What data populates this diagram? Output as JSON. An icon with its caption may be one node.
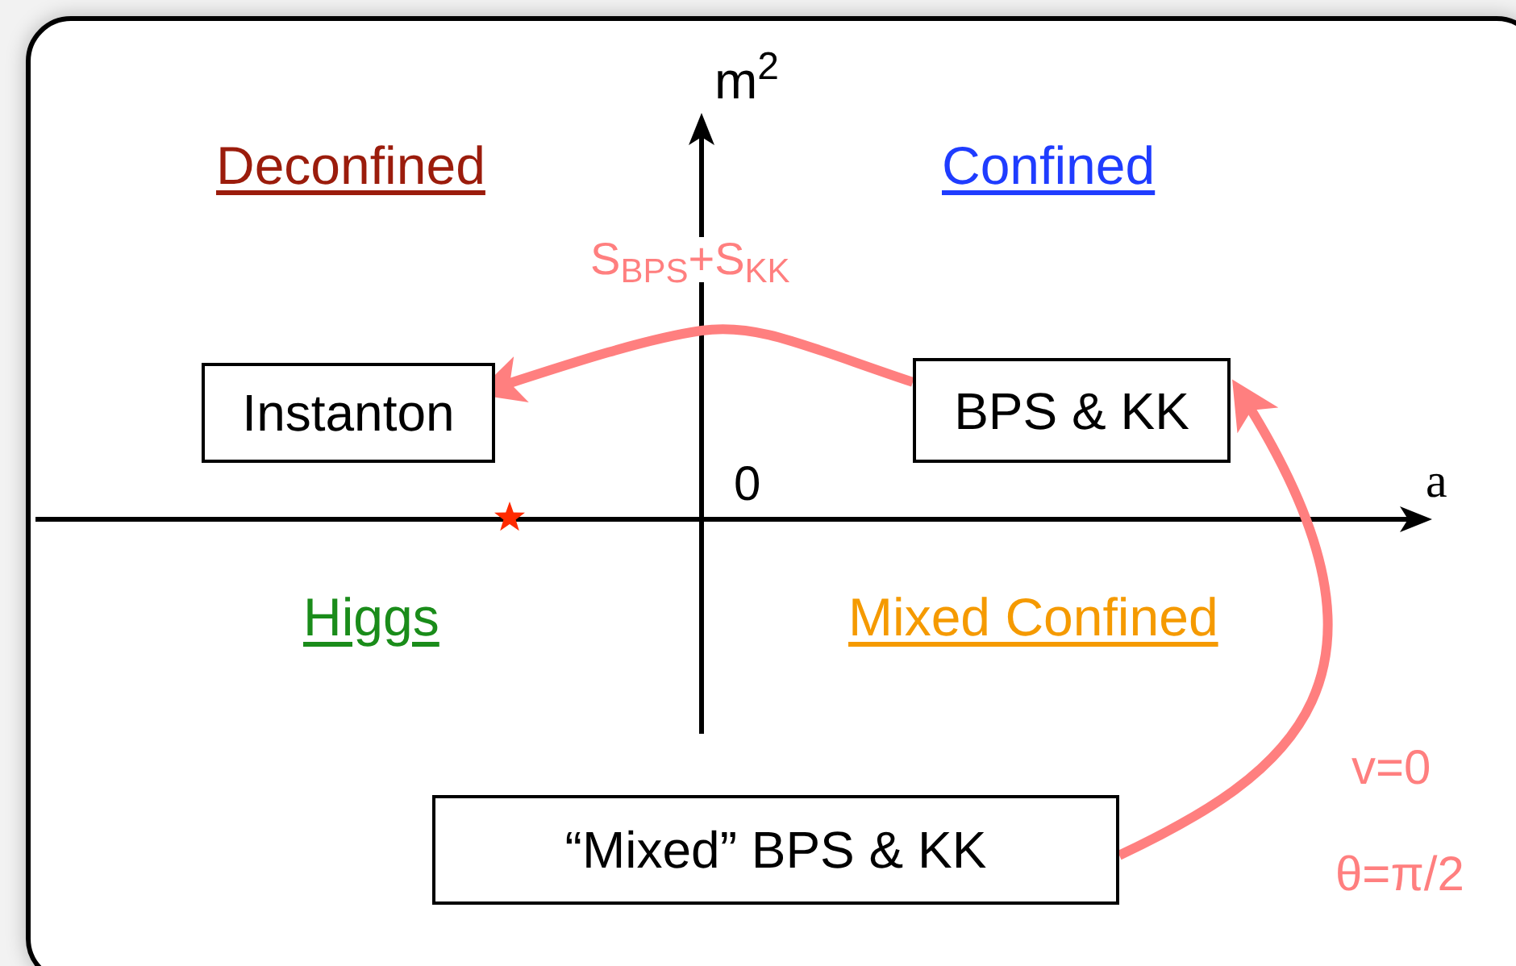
{
  "diagram": {
    "nodes": [
      {
        "text": [
          "Instanton"
        ]
      },
      {
        "text": [
          "BPS & KK"
        ]
      },
      {
        "text": [
          "“Mixed” BPS & KK"
        ]
      }
    ],
    "edges": [
      {
        "from": 1,
        "to": 0,
        "arrow": "to",
        "label": "S$_{BPS}$+S$_{KK}$"
      },
      {
        "from": 2,
        "to": 1,
        "arrow": "to"
      }
    ],
    "labels": [
      "m$^{2}$",
      "Deconfined",
      "Confined",
      "0",
      "a",
      "Higgs",
      "Mixed Confined",
      "v=0",
      "θ=π/2"
    ]
  }
}
